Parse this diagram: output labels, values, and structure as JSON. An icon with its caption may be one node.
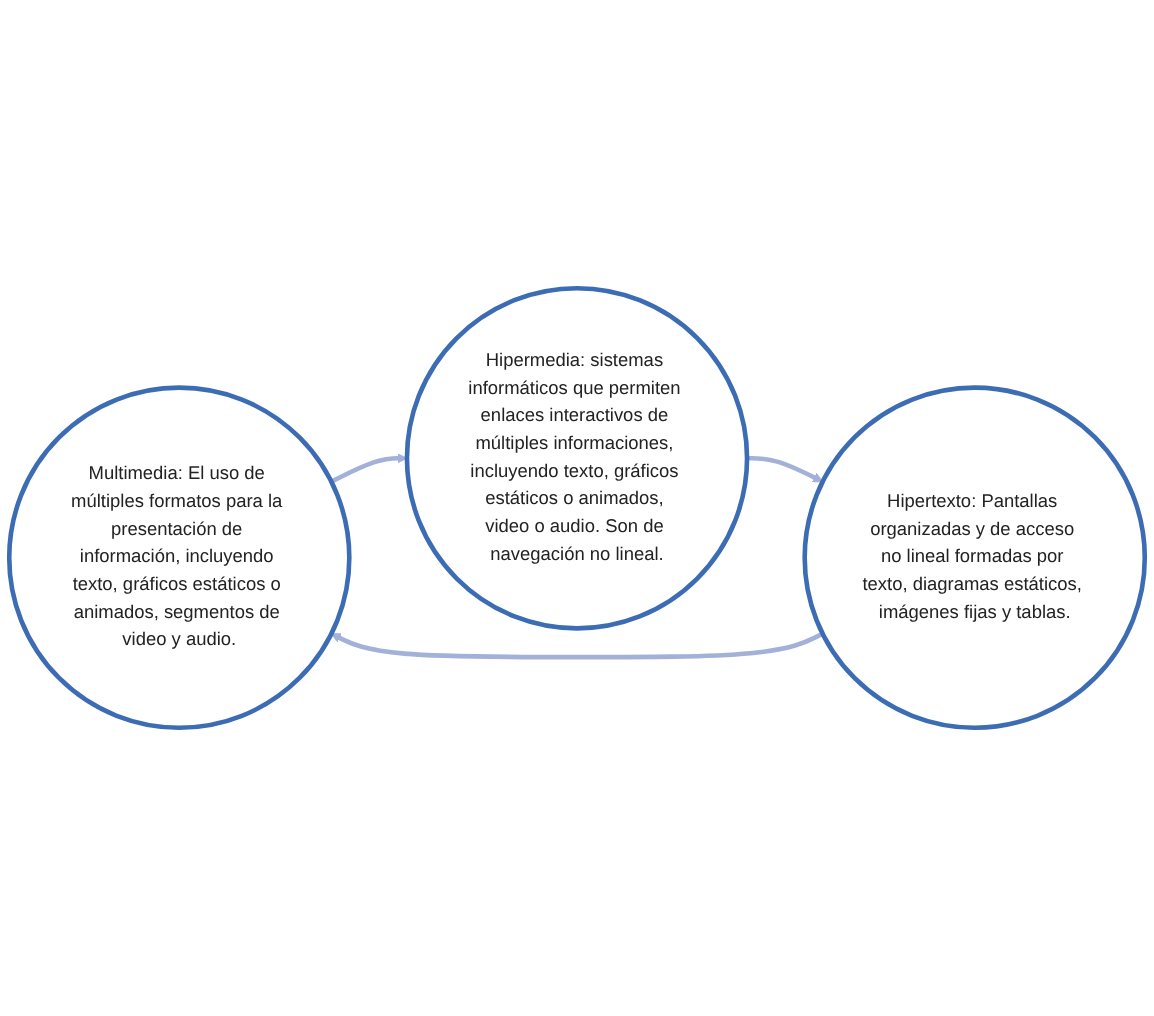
{
  "diagram": {
    "nodes": [
      {
        "text": [
          "Multimedia: El uso de múltiples formatos para la presentación de información, incluyendo texto, gráficos estáticos o animados, segmentos de video y audio."
        ]
      },
      {
        "text": [
          "Hipermedia: sistemas informáticos que permiten enlaces interactivos de múltiples informaciones, incluyendo texto, gráficos estáticos o animados, video o audio. Son de navegación no lineal."
        ]
      },
      {
        "text": [
          "Hipertexto: Pantallas organizadas y de acceso no lineal formadas por texto, diagramas estáticos, imágenes fijas y tablas."
        ]
      }
    ],
    "edges": [
      {
        "from": 0,
        "to": 1,
        "arrow": "to"
      },
      {
        "from": 1,
        "to": 2,
        "arrow": "to"
      },
      {
        "from": 2,
        "to": 0,
        "arrow": "to"
      }
    ]
  }
}
